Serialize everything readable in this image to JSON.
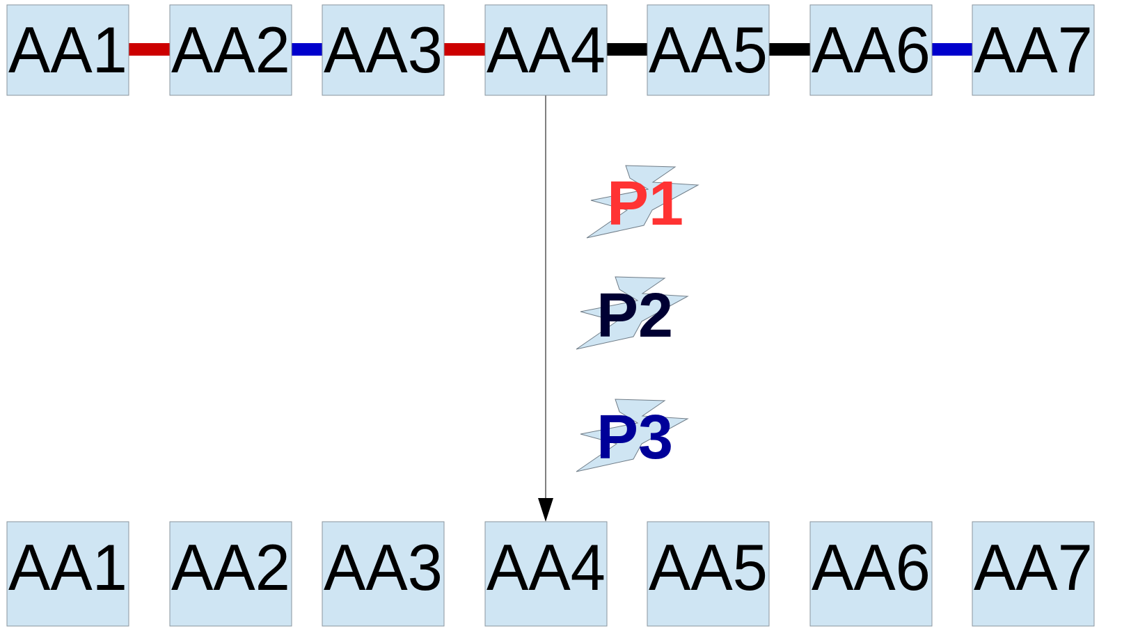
{
  "top_row": {
    "boxes": [
      "AA1",
      "AA2",
      "AA3",
      "AA4",
      "AA5",
      "AA6",
      "AA7"
    ],
    "links": [
      {
        "from": "AA1",
        "to": "AA2",
        "color": "#cc0000"
      },
      {
        "from": "AA2",
        "to": "AA3",
        "color": "#0000cc"
      },
      {
        "from": "AA3",
        "to": "AA4",
        "color": "#cc0000"
      },
      {
        "from": "AA4",
        "to": "AA5",
        "color": "#000000"
      },
      {
        "from": "AA5",
        "to": "AA6",
        "color": "#000000"
      },
      {
        "from": "AA6",
        "to": "AA7",
        "color": "#0000cc"
      }
    ]
  },
  "bottom_row": {
    "boxes": [
      "AA1",
      "AA2",
      "AA3",
      "AA4",
      "AA5",
      "AA6",
      "AA7"
    ]
  },
  "arrow": {
    "from": "AA4",
    "to": "AA4"
  },
  "p_labels": [
    {
      "text": "P1",
      "color": "#ff3333",
      "icon": "lightning-bolt-icon"
    },
    {
      "text": "P2",
      "color": "#000033",
      "icon": "lightning-bolt-icon"
    },
    {
      "text": "P3",
      "color": "#000099",
      "icon": "lightning-bolt-icon"
    }
  ],
  "colors": {
    "box_fill": "#cfe5f3",
    "box_stroke": "#8a949c"
  }
}
